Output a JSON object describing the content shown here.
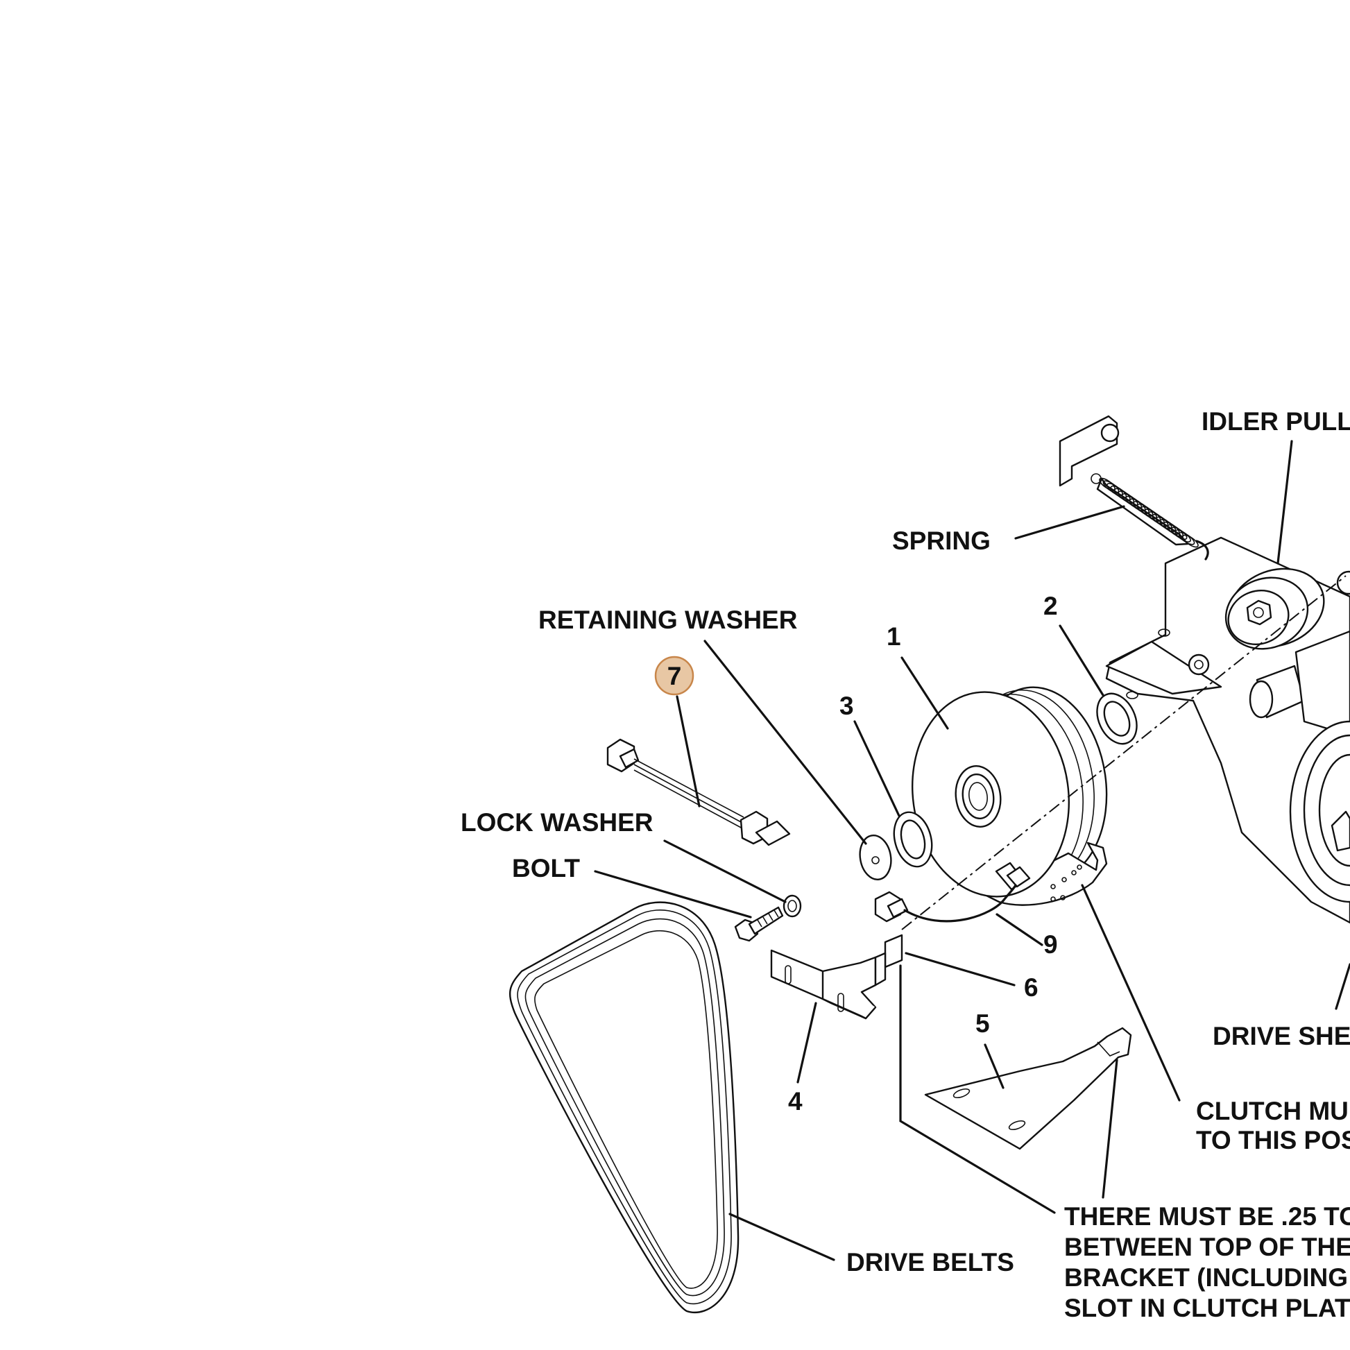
{
  "labels": {
    "idler_pulley": "IDLER PULL",
    "spring": "SPRING",
    "retaining_washer": "RETAINING WASHER",
    "lock_washer": "LOCK WASHER",
    "bolt": "BOLT",
    "drive_sheave": "DRIVE SHE",
    "drive_belts": "DRIVE BELTS",
    "clutch_note": [
      "CLUTCH MU",
      "TO THIS POS"
    ],
    "gap_note": [
      "THERE MUST BE .25 TO",
      "BETWEEN TOP OF THE",
      "BRACKET (INCLUDING",
      "SLOT IN CLUTCH PLAT"
    ]
  },
  "callouts": {
    "n1": "1",
    "n2": "2",
    "n3": "3",
    "n4": "4",
    "n5": "5",
    "n6": "6",
    "n7": "7",
    "n9": "9"
  },
  "highlight": {
    "callout": "7",
    "fill": "#e8c7a4",
    "stroke": "#c8864a"
  }
}
